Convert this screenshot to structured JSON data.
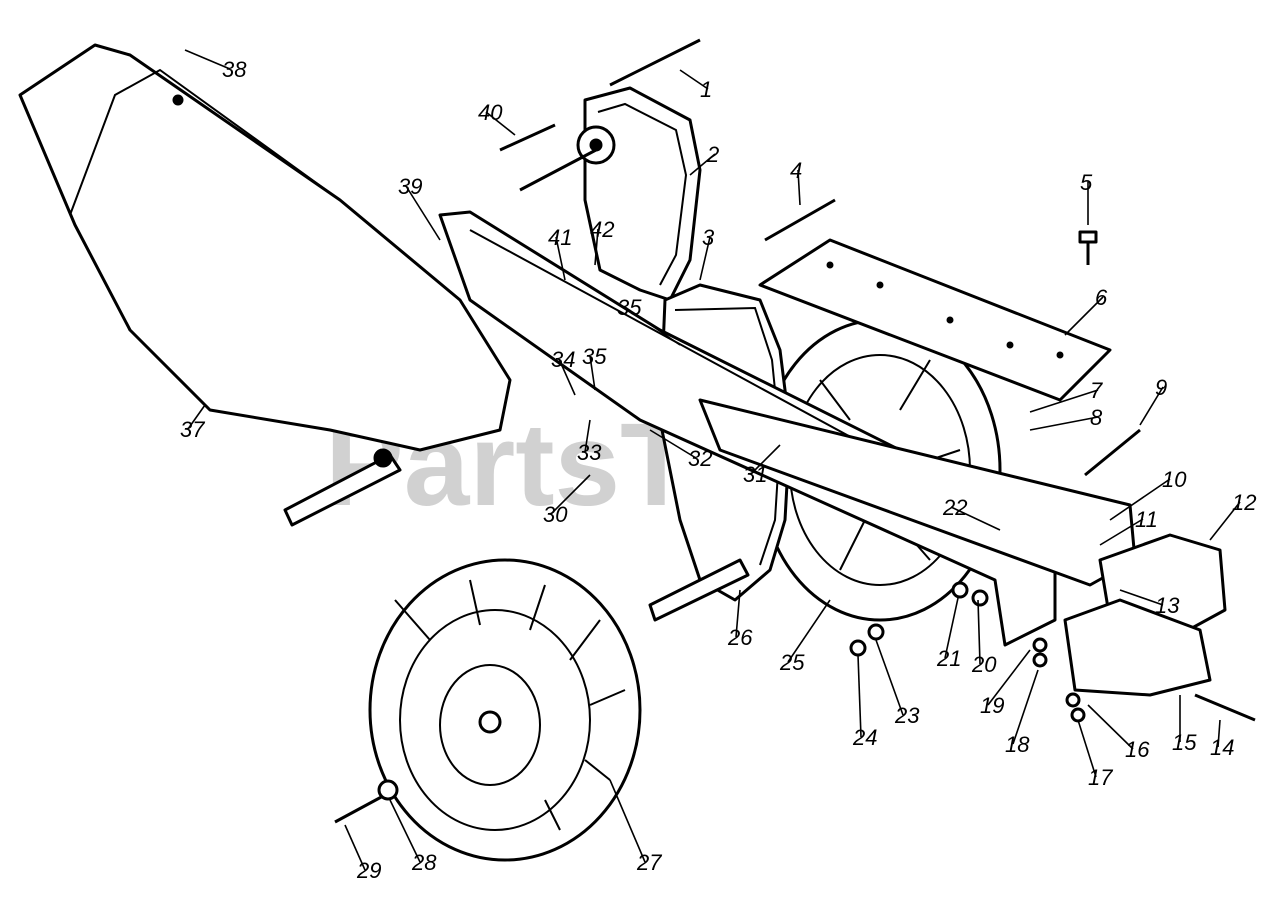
{
  "watermark": "PartsTree",
  "colors": {
    "line": "#000000",
    "background": "#ffffff",
    "watermark": "#9a9a9a"
  },
  "callouts": [
    {
      "id": "c1",
      "label": "1"
    },
    {
      "id": "c2",
      "label": "2"
    },
    {
      "id": "c3",
      "label": "3"
    },
    {
      "id": "c4",
      "label": "4"
    },
    {
      "id": "c5",
      "label": "5"
    },
    {
      "id": "c6",
      "label": "6"
    },
    {
      "id": "c7",
      "label": "7"
    },
    {
      "id": "c8",
      "label": "8"
    },
    {
      "id": "c9",
      "label": "9"
    },
    {
      "id": "c10",
      "label": "10"
    },
    {
      "id": "c11",
      "label": "11"
    },
    {
      "id": "c12",
      "label": "12"
    },
    {
      "id": "c13",
      "label": "13"
    },
    {
      "id": "c14",
      "label": "14"
    },
    {
      "id": "c15",
      "label": "15"
    },
    {
      "id": "c16",
      "label": "16"
    },
    {
      "id": "c17",
      "label": "17"
    },
    {
      "id": "c18",
      "label": "18"
    },
    {
      "id": "c19",
      "label": "19"
    },
    {
      "id": "c20",
      "label": "20"
    },
    {
      "id": "c21",
      "label": "21"
    },
    {
      "id": "c22",
      "label": "22"
    },
    {
      "id": "c23",
      "label": "23"
    },
    {
      "id": "c24",
      "label": "24"
    },
    {
      "id": "c25",
      "label": "25"
    },
    {
      "id": "c26",
      "label": "26"
    },
    {
      "id": "c27",
      "label": "27"
    },
    {
      "id": "c28",
      "label": "28"
    },
    {
      "id": "c29",
      "label": "29"
    },
    {
      "id": "c30",
      "label": "30"
    },
    {
      "id": "c31",
      "label": "31"
    },
    {
      "id": "c32",
      "label": "32"
    },
    {
      "id": "c33",
      "label": "33"
    },
    {
      "id": "c34",
      "label": "34"
    },
    {
      "id": "c35a",
      "label": "35"
    },
    {
      "id": "c35b",
      "label": "35"
    },
    {
      "id": "c37",
      "label": "37"
    },
    {
      "id": "c38",
      "label": "38"
    },
    {
      "id": "c39",
      "label": "39"
    },
    {
      "id": "c40",
      "label": "40"
    },
    {
      "id": "c41",
      "label": "41"
    },
    {
      "id": "c42",
      "label": "42"
    }
  ]
}
